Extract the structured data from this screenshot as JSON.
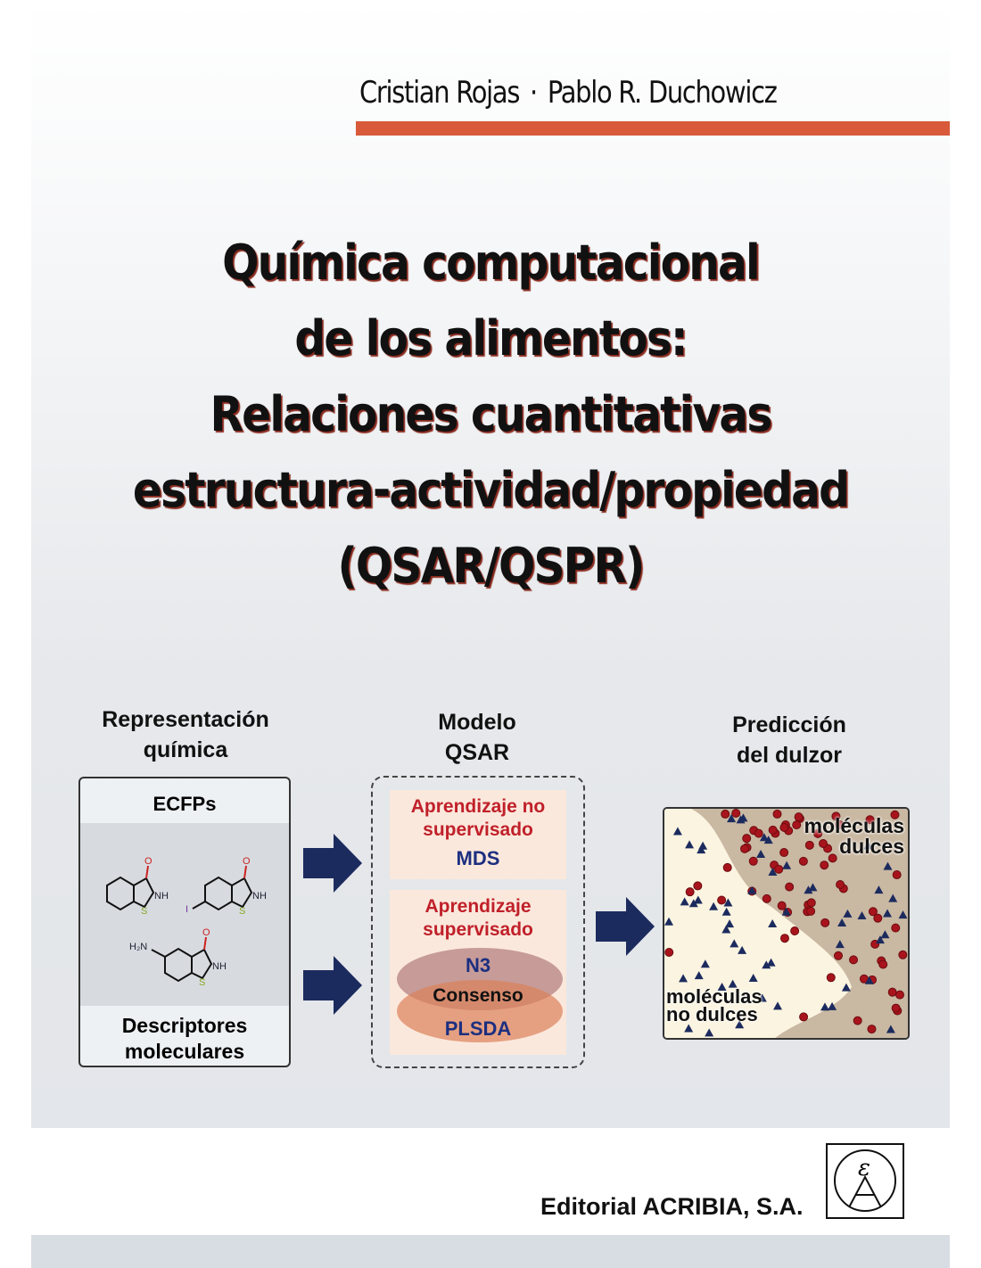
{
  "authors": [
    "Cristian Rojas",
    "Pablo R. Duchowicz"
  ],
  "author_separator": "·",
  "title_lines": [
    "Química computacional",
    "de los alimentos:",
    "Relaciones cuantitativas",
    "estructura-actividad/propiedad",
    "(QSAR/QSPR)"
  ],
  "diagram": {
    "col1_label": [
      "Representación",
      "química"
    ],
    "col2_label": [
      "Modelo",
      "QSAR"
    ],
    "col3_label": [
      "Predicción",
      "del dulzor"
    ],
    "box1_header": "ECFPs",
    "box1_footer": [
      "Descriptores",
      "moleculares"
    ],
    "molecule_labels": {
      "nh": "NH",
      "o": "O",
      "s": "S",
      "i": "I",
      "h2n": "H₂N"
    },
    "unsupervised": [
      "Aprendizaje no",
      "supervisado"
    ],
    "unsupervised_method": "MDS",
    "supervised": [
      "Aprendizaje",
      "supervisado"
    ],
    "method_a": "N3",
    "consensus": "Consenso",
    "method_b": "PLSDA",
    "sweet": [
      "moléculas",
      "dulces"
    ],
    "not_sweet": [
      "moléculas",
      "no dulces"
    ]
  },
  "publisher": "Editorial ACRIBIA, S.A.",
  "logo_letters": "ε A",
  "colors": {
    "accent_bar": "#d85a3a",
    "arrow": "#1c2b5e",
    "red_text": "#c0202a",
    "blue_text": "#1c2f80"
  }
}
